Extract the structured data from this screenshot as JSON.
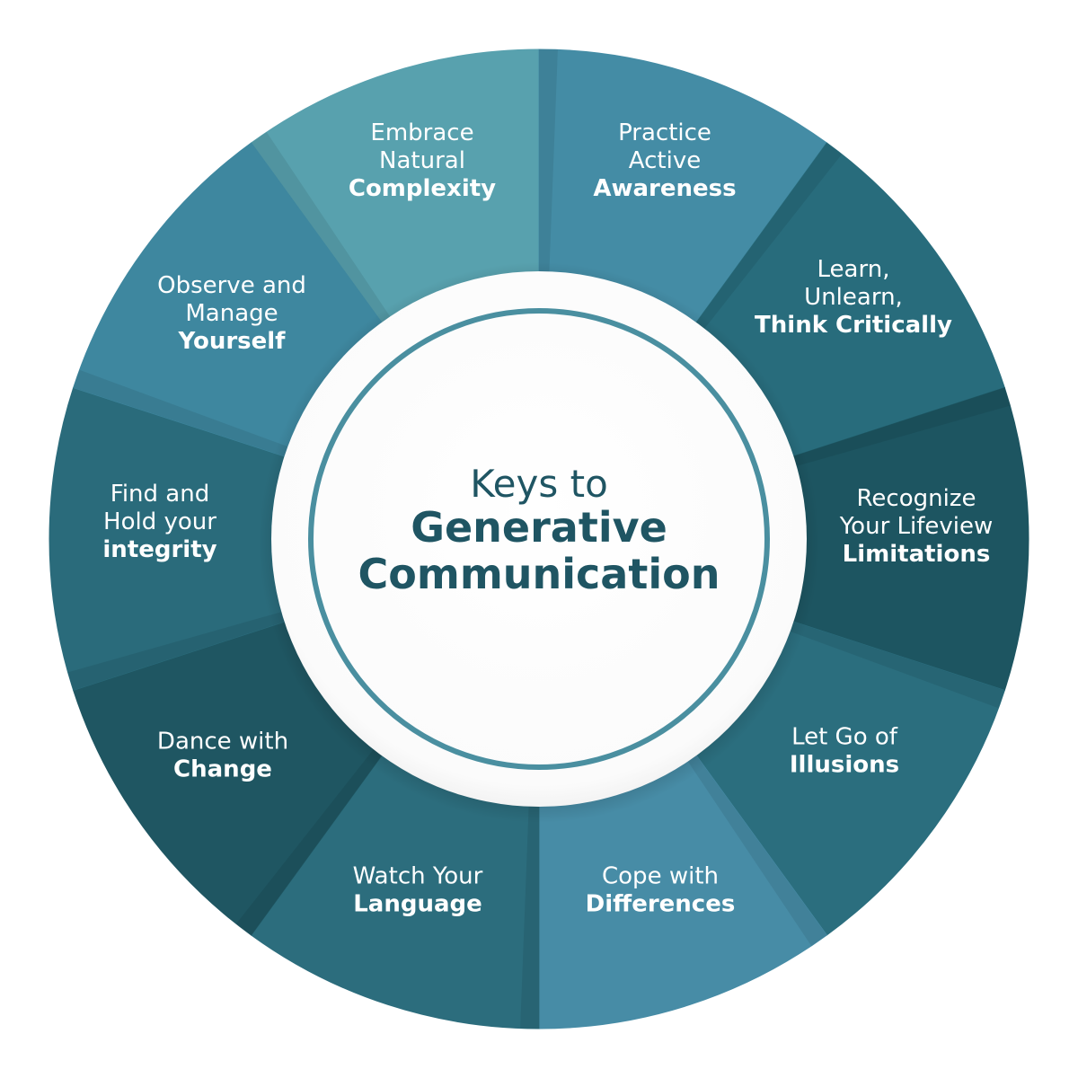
{
  "center": {
    "line1": "Keys to",
    "line2": "Generative",
    "line3": "Communication",
    "text_color": "#1f5563",
    "ring_color": "#4a8fa0"
  },
  "segments": [
    {
      "id": "embrace-natural-complexity",
      "lines": [
        "Embrace",
        "Natural"
      ],
      "bold_prefix": "",
      "bold": "Complexity",
      "color": "#58a1ae"
    },
    {
      "id": "practice-active-awareness",
      "lines": [
        "Practice",
        "Active"
      ],
      "bold_prefix": "",
      "bold": "Awareness",
      "color": "#448ca5"
    },
    {
      "id": "learn-unlearn-think-critically",
      "lines": [
        "Learn,",
        "Unlearn,"
      ],
      "bold_prefix": "",
      "bold": "Think Critically",
      "color": "#286c7c"
    },
    {
      "id": "recognize-lifeview-limitations",
      "lines": [
        "Recognize",
        "Your Lifeview"
      ],
      "bold_prefix": "",
      "bold": "Limitations",
      "color": "#1d5561"
    },
    {
      "id": "let-go-of-illusions",
      "lines": [
        "Let Go of"
      ],
      "bold_prefix": "",
      "bold": "Illusions",
      "color": "#2b6e7e"
    },
    {
      "id": "cope-with-differences",
      "lines": [
        "Cope with"
      ],
      "bold_prefix": "",
      "bold": "Differences",
      "color": "#478ca6"
    },
    {
      "id": "watch-your-language",
      "lines": [
        "Watch Your"
      ],
      "bold_prefix": "",
      "bold": "Language",
      "color": "#2c6d7d"
    },
    {
      "id": "dance-with-change",
      "lines": [
        "Dance with"
      ],
      "bold_prefix": "",
      "bold": "Change",
      "color": "#1f5662"
    },
    {
      "id": "find-hold-integrity",
      "lines": [
        "Find and",
        "Hold your"
      ],
      "bold_prefix": "",
      "bold": "integrity",
      "color": "#2a6b7b"
    },
    {
      "id": "observe-manage-yourself",
      "lines": [
        "Observe and",
        "Manage"
      ],
      "bold_prefix": "",
      "bold": "Yourself",
      "color": "#3e879f"
    }
  ]
}
